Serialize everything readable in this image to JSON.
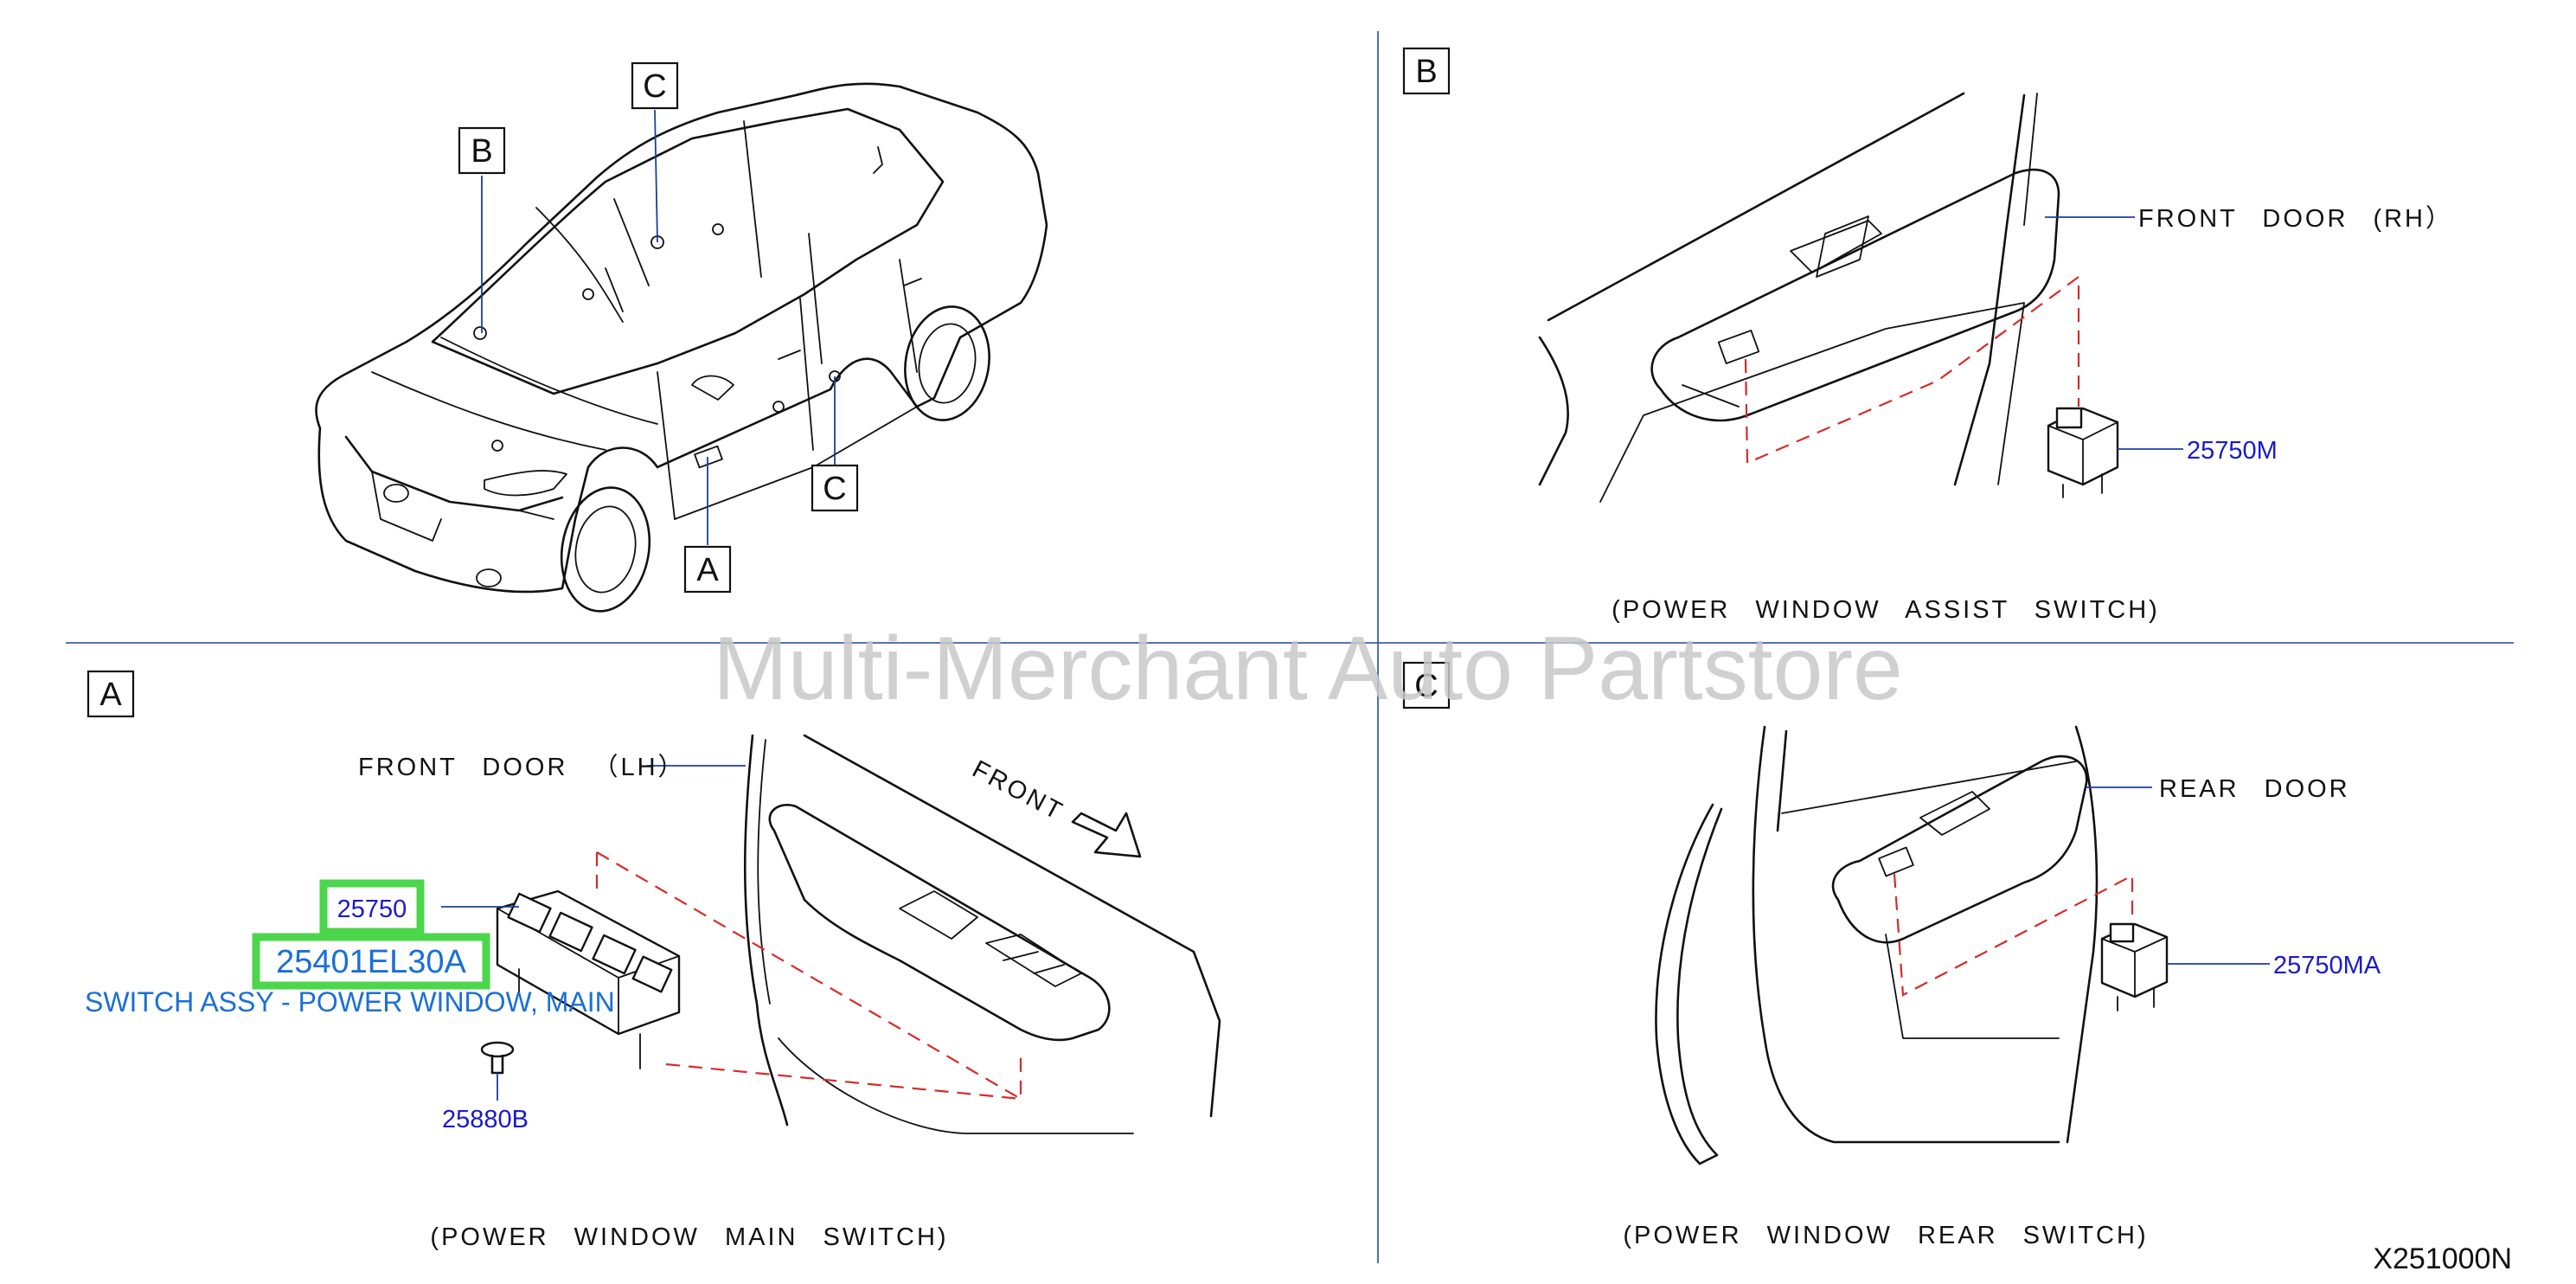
{
  "watermark": "Multi-Merchant Auto Partstore",
  "diagram_code": "X251000N",
  "panels": {
    "overview": {
      "callouts": [
        "B",
        "C",
        "C",
        "A"
      ]
    },
    "B": {
      "tag": "B",
      "location_label": "FRONT   DOOR  (RH）",
      "part_number": "25750M",
      "caption": "(POWER   WINDOW   ASSIST   SWITCH)"
    },
    "A": {
      "tag": "A",
      "location_label": "FRONT   DOOR   （LH）",
      "front_label": "FRONT",
      "part_number_top": "25750",
      "part_number_selected": "25401EL30A",
      "selected_description": "SWITCH ASSY - POWER WINDOW, MAIN",
      "part_number_screw": "25880B",
      "caption": "(POWER   WINDOW   MAIN   SWITCH)"
    },
    "C": {
      "tag": "C",
      "location_label": "REAR   DOOR",
      "part_number": "25750MA",
      "caption": "(POWER   WINDOW   REAR   SWITCH)"
    }
  },
  "colors": {
    "highlight": "#4bd64b",
    "selected_text": "#1a6fd6",
    "part_number": "#1a1acc",
    "dashed_lines": "#d62b2b",
    "dividers": "#3d5fa8",
    "watermark": "#c8c8c8"
  }
}
